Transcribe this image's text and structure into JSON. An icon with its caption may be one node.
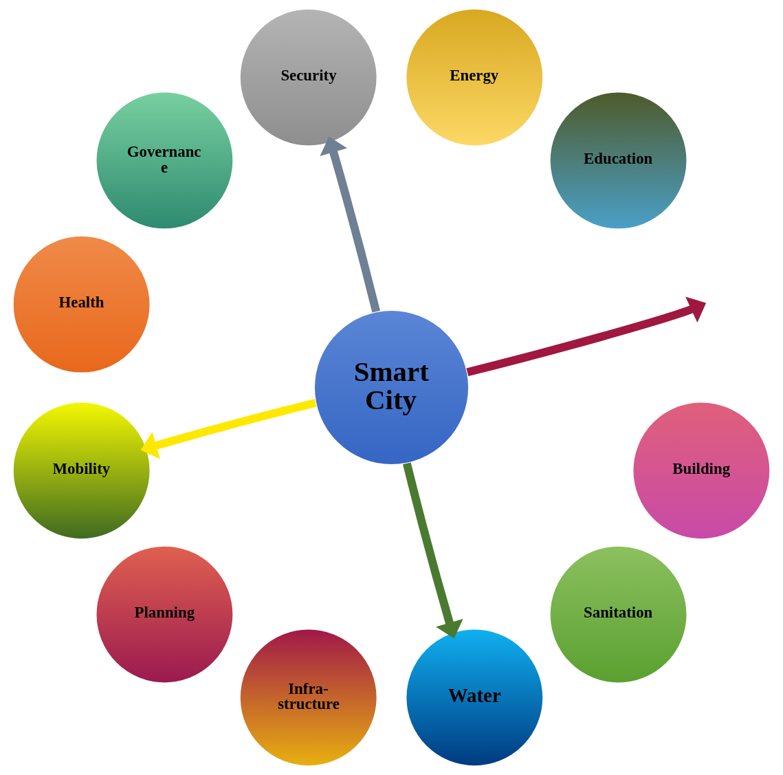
{
  "diagram": {
    "nodes": [
      {
        "text": [
          "Smart City"
        ]
      },
      {
        "text": [
          "Security"
        ]
      },
      {
        "text": [
          "Energy"
        ]
      },
      {
        "text": [
          "Education"
        ]
      },
      {
        "text": [
          "Building"
        ]
      },
      {
        "text": [
          "Sanitation"
        ]
      },
      {
        "text": [
          "Water"
        ]
      },
      {
        "text": [
          "Infra- structure"
        ]
      },
      {
        "text": [
          "Planning"
        ]
      },
      {
        "text": [
          "Mobility"
        ]
      },
      {
        "text": [
          "Health"
        ]
      },
      {
        "text": [
          "Governanc e"
        ]
      }
    ],
    "edges": [
      {
        "from": 0,
        "to": 1,
        "arrow": "to",
        "color": "#6f7f94"
      },
      {
        "from": 0,
        "to": 9,
        "arrow": "to",
        "color": "#ffe800"
      },
      {
        "from": 0,
        "to": null,
        "arrow": "to",
        "color": "#a0173f"
      },
      {
        "from": 0,
        "to": 6,
        "arrow": "to",
        "color": "#4a7a30"
      }
    ]
  }
}
